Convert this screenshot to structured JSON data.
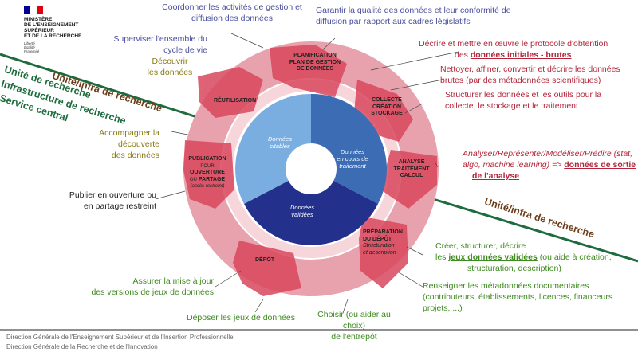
{
  "logo": {
    "line1": "MINISTÈRE",
    "line2": "DE L'ENSEIGNEMENT",
    "line3": "SUPÉRIEUR",
    "line4": "ET DE LA RECHERCHE",
    "motto1": "Liberté",
    "motto2": "Égalité",
    "motto3": "Fraternité",
    "flag_colors": [
      "#000091",
      "#ffffff",
      "#e1000f"
    ]
  },
  "zones": {
    "left_top": "Unité/infra  de recherche",
    "left_bottom_1": "Unité de recherche",
    "left_bottom_2": "Infrastructure de recherche",
    "left_bottom_3": "Service central",
    "right": "Unité/infra  de recherche"
  },
  "cycle": {
    "planification": [
      "PLANIFICATION",
      "PLAN DE GESTION",
      "DE DONNÉES"
    ],
    "collecte": [
      "COLLECTE",
      "CRÉATION",
      "STOCKAGE"
    ],
    "analyse": [
      "ANALYSE",
      "TRAITEMENT",
      "CALCUL"
    ],
    "preparation_title": [
      "PRÉPARATION",
      "DU DÉPÔT"
    ],
    "preparation_sub": [
      "Structuration",
      "et description"
    ],
    "depot": "DÉPÔT",
    "publication_1": "PUBLICATION",
    "publication_2": "POUR",
    "publication_3": "OUVERTURE",
    "publication_4": "OU",
    "publication_5": "PARTAGE",
    "publication_6": "(accès restreint)",
    "reutilisation": "RÉUTILISATION"
  },
  "center": {
    "citables": [
      "Données",
      "citables"
    ],
    "en_cours": [
      "Données",
      "en cours de",
      "traitement"
    ],
    "validees": [
      "Données",
      "validées"
    ]
  },
  "annotations": {
    "coordonner": [
      "Coordonner les activités de gestion et",
      "diffusion des données"
    ],
    "garantir": [
      "Garantir la qualité des données et leur conformité de",
      "diffusion par rapport aux cadres législatifs"
    ],
    "superviser": [
      "Superviser l'ensemble du",
      "cycle de vie"
    ],
    "decouvrir": [
      "Découvrir",
      "les données"
    ],
    "decrire_protocole": [
      "Décrire et mettre en œuvre le protocole d'obtention",
      "des",
      "données initiales - brutes"
    ],
    "nettoyer": [
      "Nettoyer, affiner, convertir et décrire les données",
      "brutes (par des métadonnées scientifiques)"
    ],
    "structurer": [
      "Structurer les données et les outils pour la",
      "collecte, le stockage et le traitement"
    ],
    "accompagner": [
      "Accompagner la découverte",
      "des données"
    ],
    "analyser": [
      "Analyser/Représenter/Modéliser/Prédire (stat,",
      "algo, machine learning) =>",
      "données de sortie",
      "de l'analyse"
    ],
    "publier": [
      "Publier en ouverture ou",
      "en partage restreint"
    ],
    "creer": [
      "Créer, structurer, décrire",
      "les",
      "jeux données validées",
      "(ou aide à création,",
      "structuration, description)"
    ],
    "assurer": [
      "Assurer la mise à jour",
      "des versions de jeux de données"
    ],
    "renseigner": [
      "Renseigner les métadonnées documentaires",
      "(contributeurs, établissements, licences, financeurs",
      "projets, ...)"
    ],
    "deposer": "Déposer les jeux de données",
    "choisir": [
      "Choisir (ou aider au choix)",
      "de l'entrepôt"
    ]
  },
  "footer": {
    "line1": "Direction Générale de l'Enseignement Supérieur et de l'Insertion Professionnelle",
    "line2": "Direction Générale de la Recherche et de l'Innovation"
  },
  "colors": {
    "ring_outer": "#e8a2ad",
    "ring_inner": "#f6d6db",
    "arrow": "#d9475d",
    "green_line": "#1e6b3e",
    "zone_brown": "#6b3d1a",
    "zone_green": "#1e6b3e",
    "center_light": "#7aaee0",
    "center_mid": "#3c6cb4",
    "center_dark": "#23318c"
  }
}
